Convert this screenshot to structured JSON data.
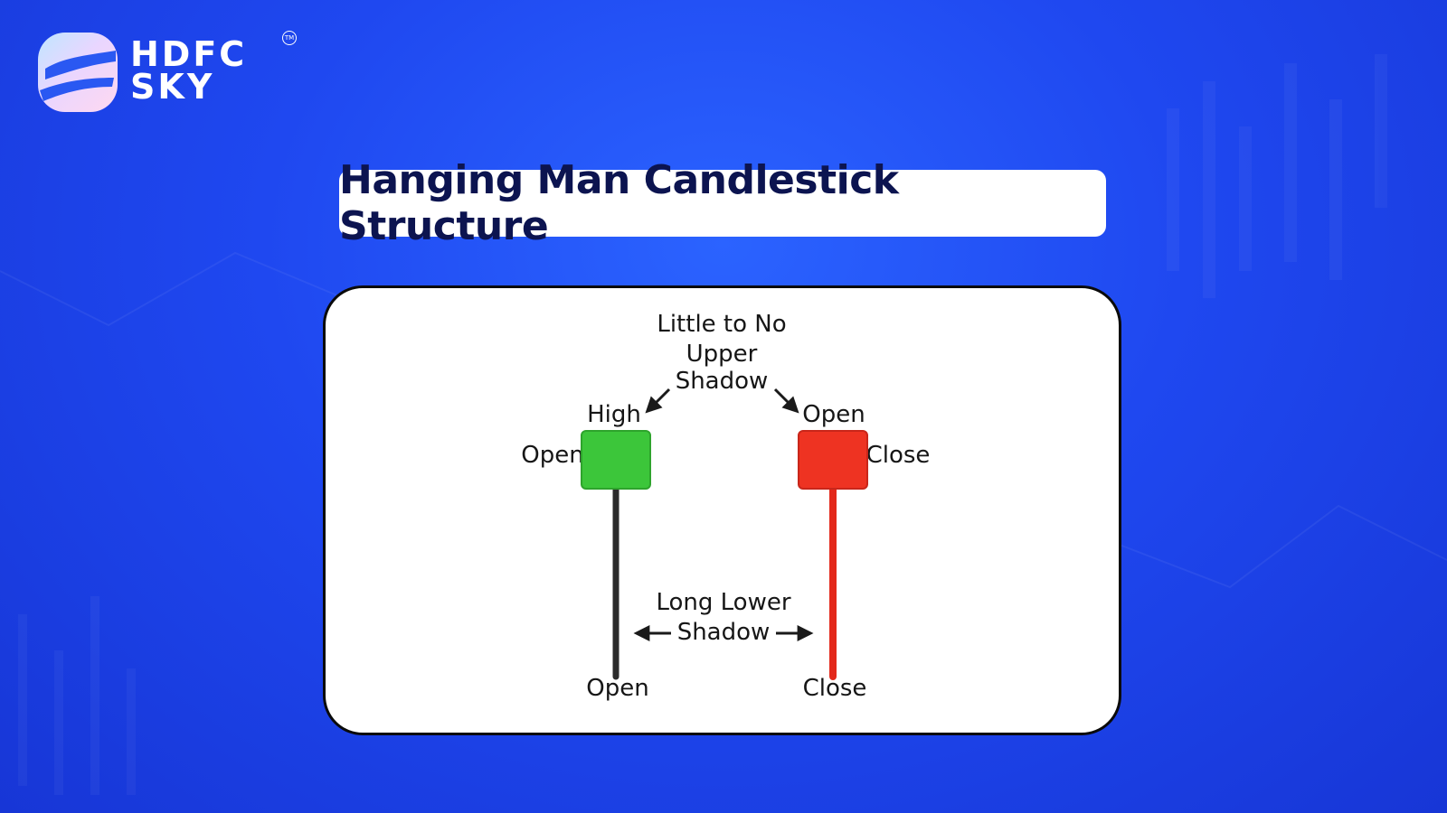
{
  "brand": {
    "line1": "HDFC",
    "line2": "SKY",
    "trademark": "TM"
  },
  "title": "Hanging Man Candlestick Structure",
  "diagram": {
    "upper_shadow_label": [
      "Little to No",
      "Upper",
      "Shadow"
    ],
    "lower_shadow_label": [
      "Long Lower",
      "Shadow"
    ],
    "green_candle": {
      "color": "#3cc63a",
      "wick_color": "#2b2b2b",
      "top_label": "High",
      "body_label": "Open",
      "bottom_label": "Open"
    },
    "red_candle": {
      "color": "#ee3322",
      "wick_color": "#e3281b",
      "top_label": "Open",
      "body_label": "Close",
      "bottom_label": "Close"
    }
  },
  "colors": {
    "background": "#1f48f0",
    "title_text": "#0c1450"
  }
}
